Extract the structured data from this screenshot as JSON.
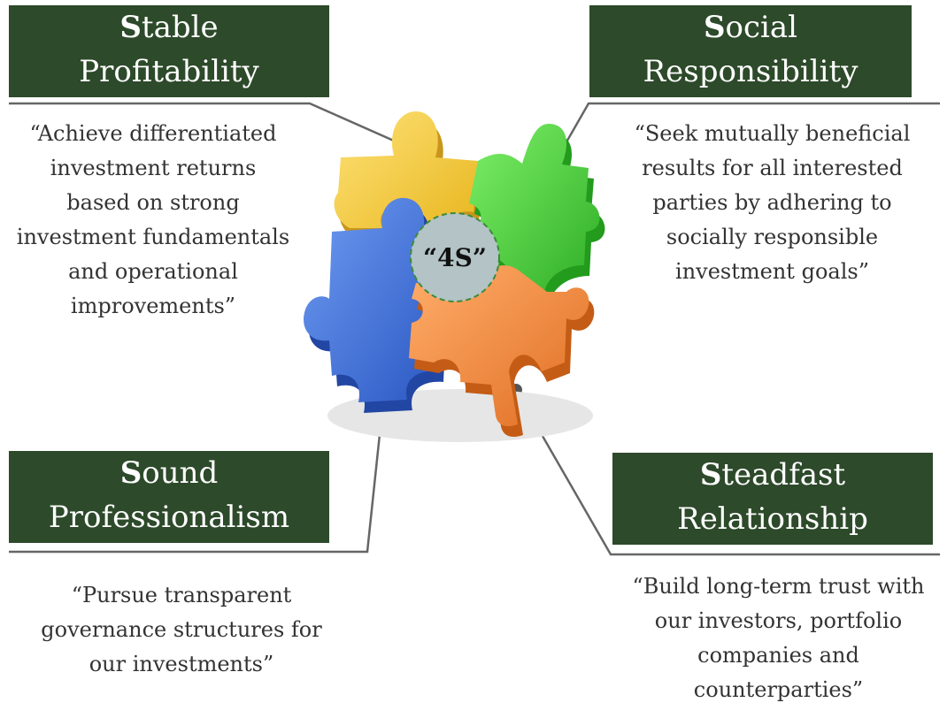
{
  "center": {
    "label": "“4S”"
  },
  "pillars": [
    {
      "first_letter": "S",
      "title_rest": "table",
      "title_line2": "Profitability",
      "quote": "“Achieve differentiated investment returns based on strong investment fundamentals and operational improvements”",
      "color": "#f5c630"
    },
    {
      "first_letter": "S",
      "title_rest": "ocial",
      "title_line2": "Responsibility",
      "quote": "“Seek mutually beneficial results for all interested parties by adhering to socially responsible investment goals”",
      "color": "#44c83a"
    },
    {
      "first_letter": "S",
      "title_rest": "ound",
      "title_line2": "Professionalism",
      "quote": "“Pursue transparent governance structures for our investments”",
      "color": "#3f72d6"
    },
    {
      "first_letter": "S",
      "title_rest": "teadfast",
      "title_line2": "Relationship",
      "quote": "“Build long-term trust with our investors, portfolio companies and counterparties”",
      "color": "#f08a3c"
    }
  ],
  "colors": {
    "box_bg": "#2d4a2a",
    "center_circle": "#b3c3c6",
    "connector": "#666666"
  }
}
